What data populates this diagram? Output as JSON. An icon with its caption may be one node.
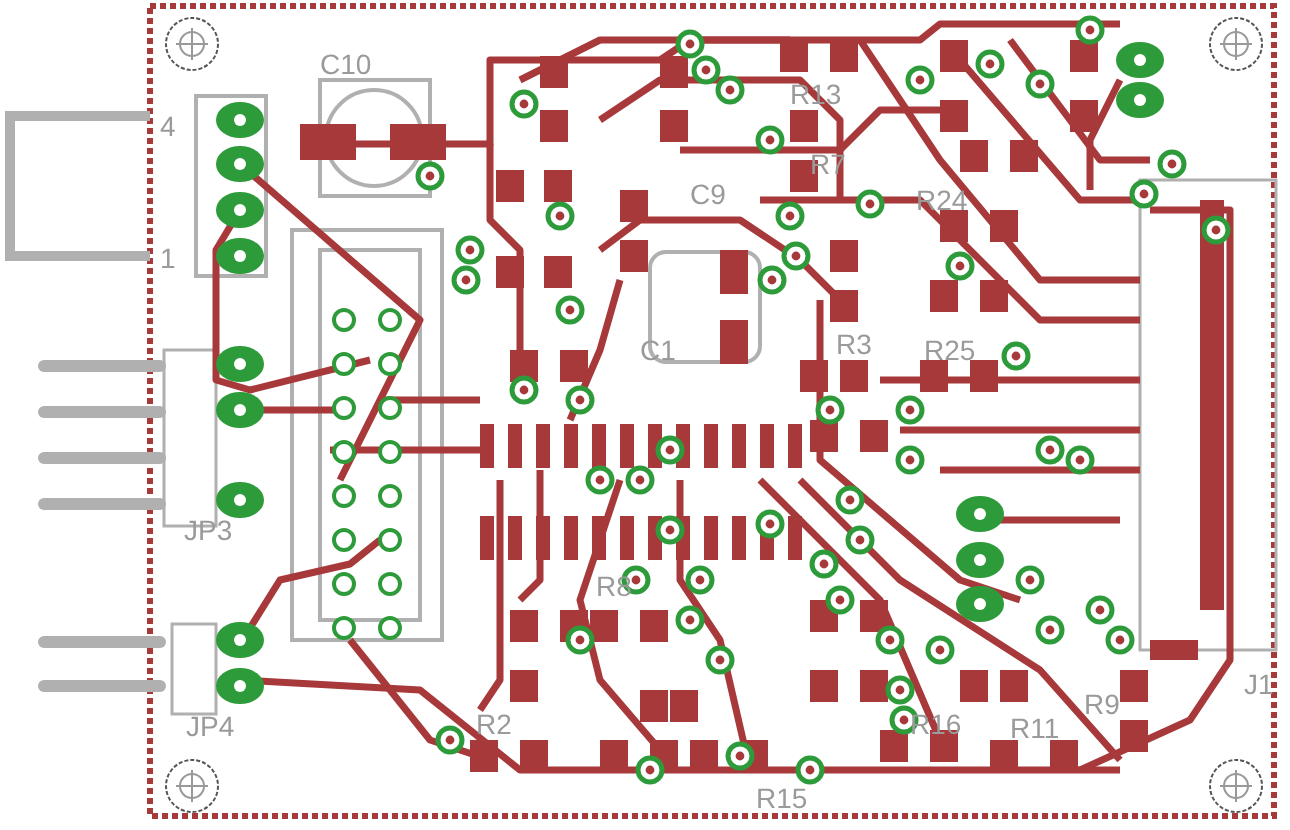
{
  "diagram": {
    "labels": [
      "4",
      "1",
      "C10",
      "R13",
      "R7",
      "C9",
      "R24",
      "C1",
      "R3",
      "R25",
      "JP3",
      "JP4",
      "R8",
      "R2",
      "R15",
      "R16",
      "R11",
      "R9",
      "J1"
    ]
  }
}
